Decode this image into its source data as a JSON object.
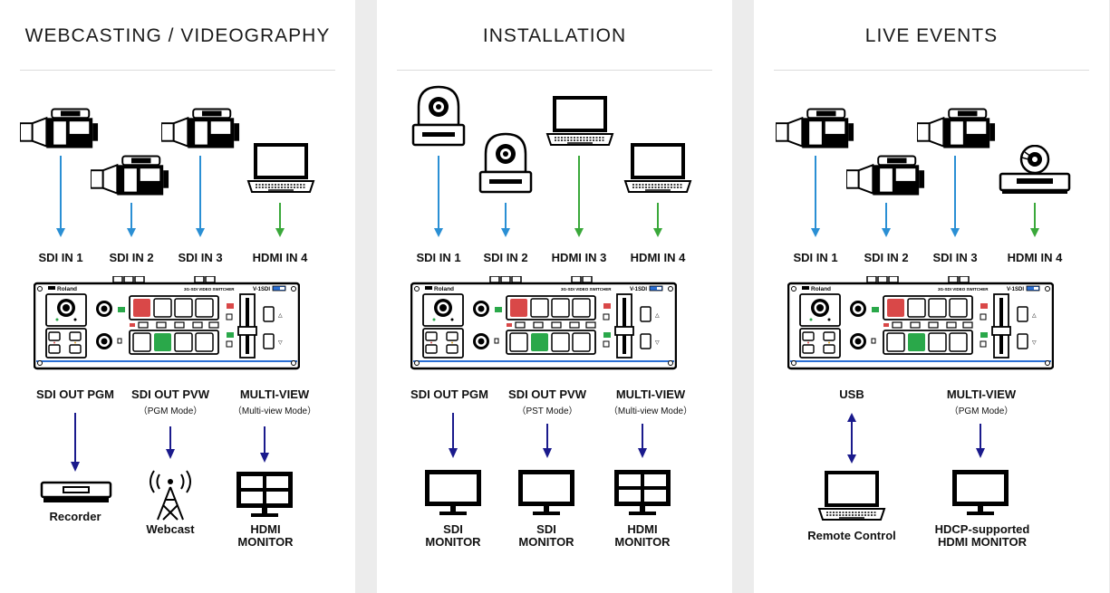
{
  "colors": {
    "sdi_arrow": "#2a8fd4",
    "hdmi_arrow": "#3aa83a",
    "output_arrow": "#1a1a8c",
    "rec_red": "#d94848",
    "pvw_green": "#2aa84a",
    "device_blue": "#2a6fd4"
  },
  "device": {
    "brand": "Roland",
    "model": "3G-SDI VIDEO SWITCHER V-1SDI"
  },
  "panels": [
    {
      "title": "WEBCASTING / VIDEOGRAPHY",
      "inputs": [
        {
          "label": "SDI IN 1",
          "icon": "camcorder-icon"
        },
        {
          "label": "SDI IN 2",
          "icon": "camcorder-icon"
        },
        {
          "label": "SDI IN 3",
          "icon": "camcorder-icon"
        },
        {
          "label": "HDMI IN 4",
          "icon": "laptop-icon"
        }
      ],
      "outputs": [
        {
          "label": "SDI OUT PGM",
          "sub": "",
          "device": "Recorder",
          "device_line2": "",
          "icon": "recorder-icon"
        },
        {
          "label": "SDI OUT PVW",
          "sub": "（PGM Mode）",
          "device": "Webcast",
          "device_line2": "",
          "icon": "broadcast-tower-icon"
        },
        {
          "label": "MULTI-VIEW",
          "sub": "（Multi-view Mode）",
          "device": "HDMI",
          "device_line2": "MONITOR",
          "icon": "multiview-monitor-icon"
        }
      ]
    },
    {
      "title": "INSTALLATION",
      "inputs": [
        {
          "label": "SDI IN 1",
          "icon": "ptz-camera-icon"
        },
        {
          "label": "SDI IN 2",
          "icon": "ptz-camera-icon"
        },
        {
          "label": "HDMI IN 3",
          "icon": "laptop-icon"
        },
        {
          "label": "HDMI IN 4",
          "icon": "laptop-icon"
        }
      ],
      "outputs": [
        {
          "label": "SDI OUT PGM",
          "sub": "",
          "device": "SDI",
          "device_line2": "MONITOR",
          "icon": "monitor-icon"
        },
        {
          "label": "SDI OUT PVW",
          "sub": "（PST Mode）",
          "device": "SDI",
          "device_line2": "MONITOR",
          "icon": "monitor-icon"
        },
        {
          "label": "MULTI-VIEW",
          "sub": "（Multi-view Mode）",
          "device": "HDMI",
          "device_line2": "MONITOR",
          "icon": "multiview-monitor-icon"
        }
      ]
    },
    {
      "title": "LIVE EVENTS",
      "inputs": [
        {
          "label": "SDI IN 1",
          "icon": "camcorder-icon"
        },
        {
          "label": "SDI IN 2",
          "icon": "camcorder-icon"
        },
        {
          "label": "SDI IN 3",
          "icon": "camcorder-icon"
        },
        {
          "label": "HDMI IN 4",
          "icon": "disc-player-icon"
        }
      ],
      "outputs": [
        {
          "label": "USB",
          "sub": "",
          "device": "Remote Control",
          "device_line2": "",
          "icon": "laptop-icon"
        },
        {
          "label": "MULTI-VIEW",
          "sub": "（PGM Mode）",
          "device": "HDCP-supported",
          "device_line2": "HDMI MONITOR",
          "icon": "monitor-icon"
        }
      ]
    }
  ]
}
